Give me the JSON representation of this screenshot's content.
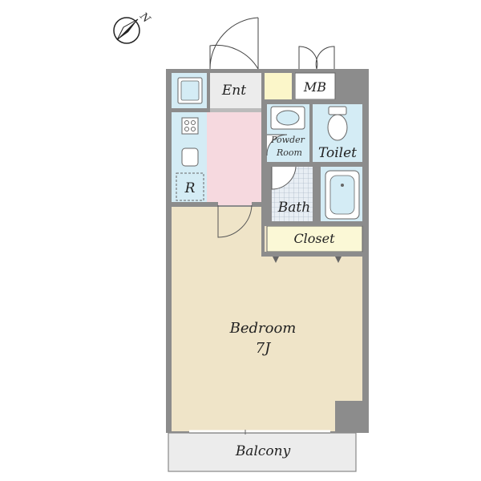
{
  "compass": {
    "letter": "N"
  },
  "rooms": {
    "entrance": "Ent",
    "meter_box": "MB",
    "powder_room_line1": "Powder",
    "powder_room_line2": "Room",
    "toilet": "Toilet",
    "bath": "Bath",
    "refrigerator": "R",
    "closet": "Closet",
    "bedroom": "Bedroom",
    "bedroom_size": "7J",
    "balcony": "Balcony"
  },
  "colors": {
    "wall": "#8c8c8c",
    "bedroom": "#efe4c8",
    "kitchen": "#f6d9df",
    "wet_area": "#d4ecf5",
    "closet": "#fbf8d6",
    "entrance": "#ececec",
    "shoe_box": "#fbf6c9",
    "balcony": "#ececec",
    "bath_tile": "#cfd8e2"
  }
}
